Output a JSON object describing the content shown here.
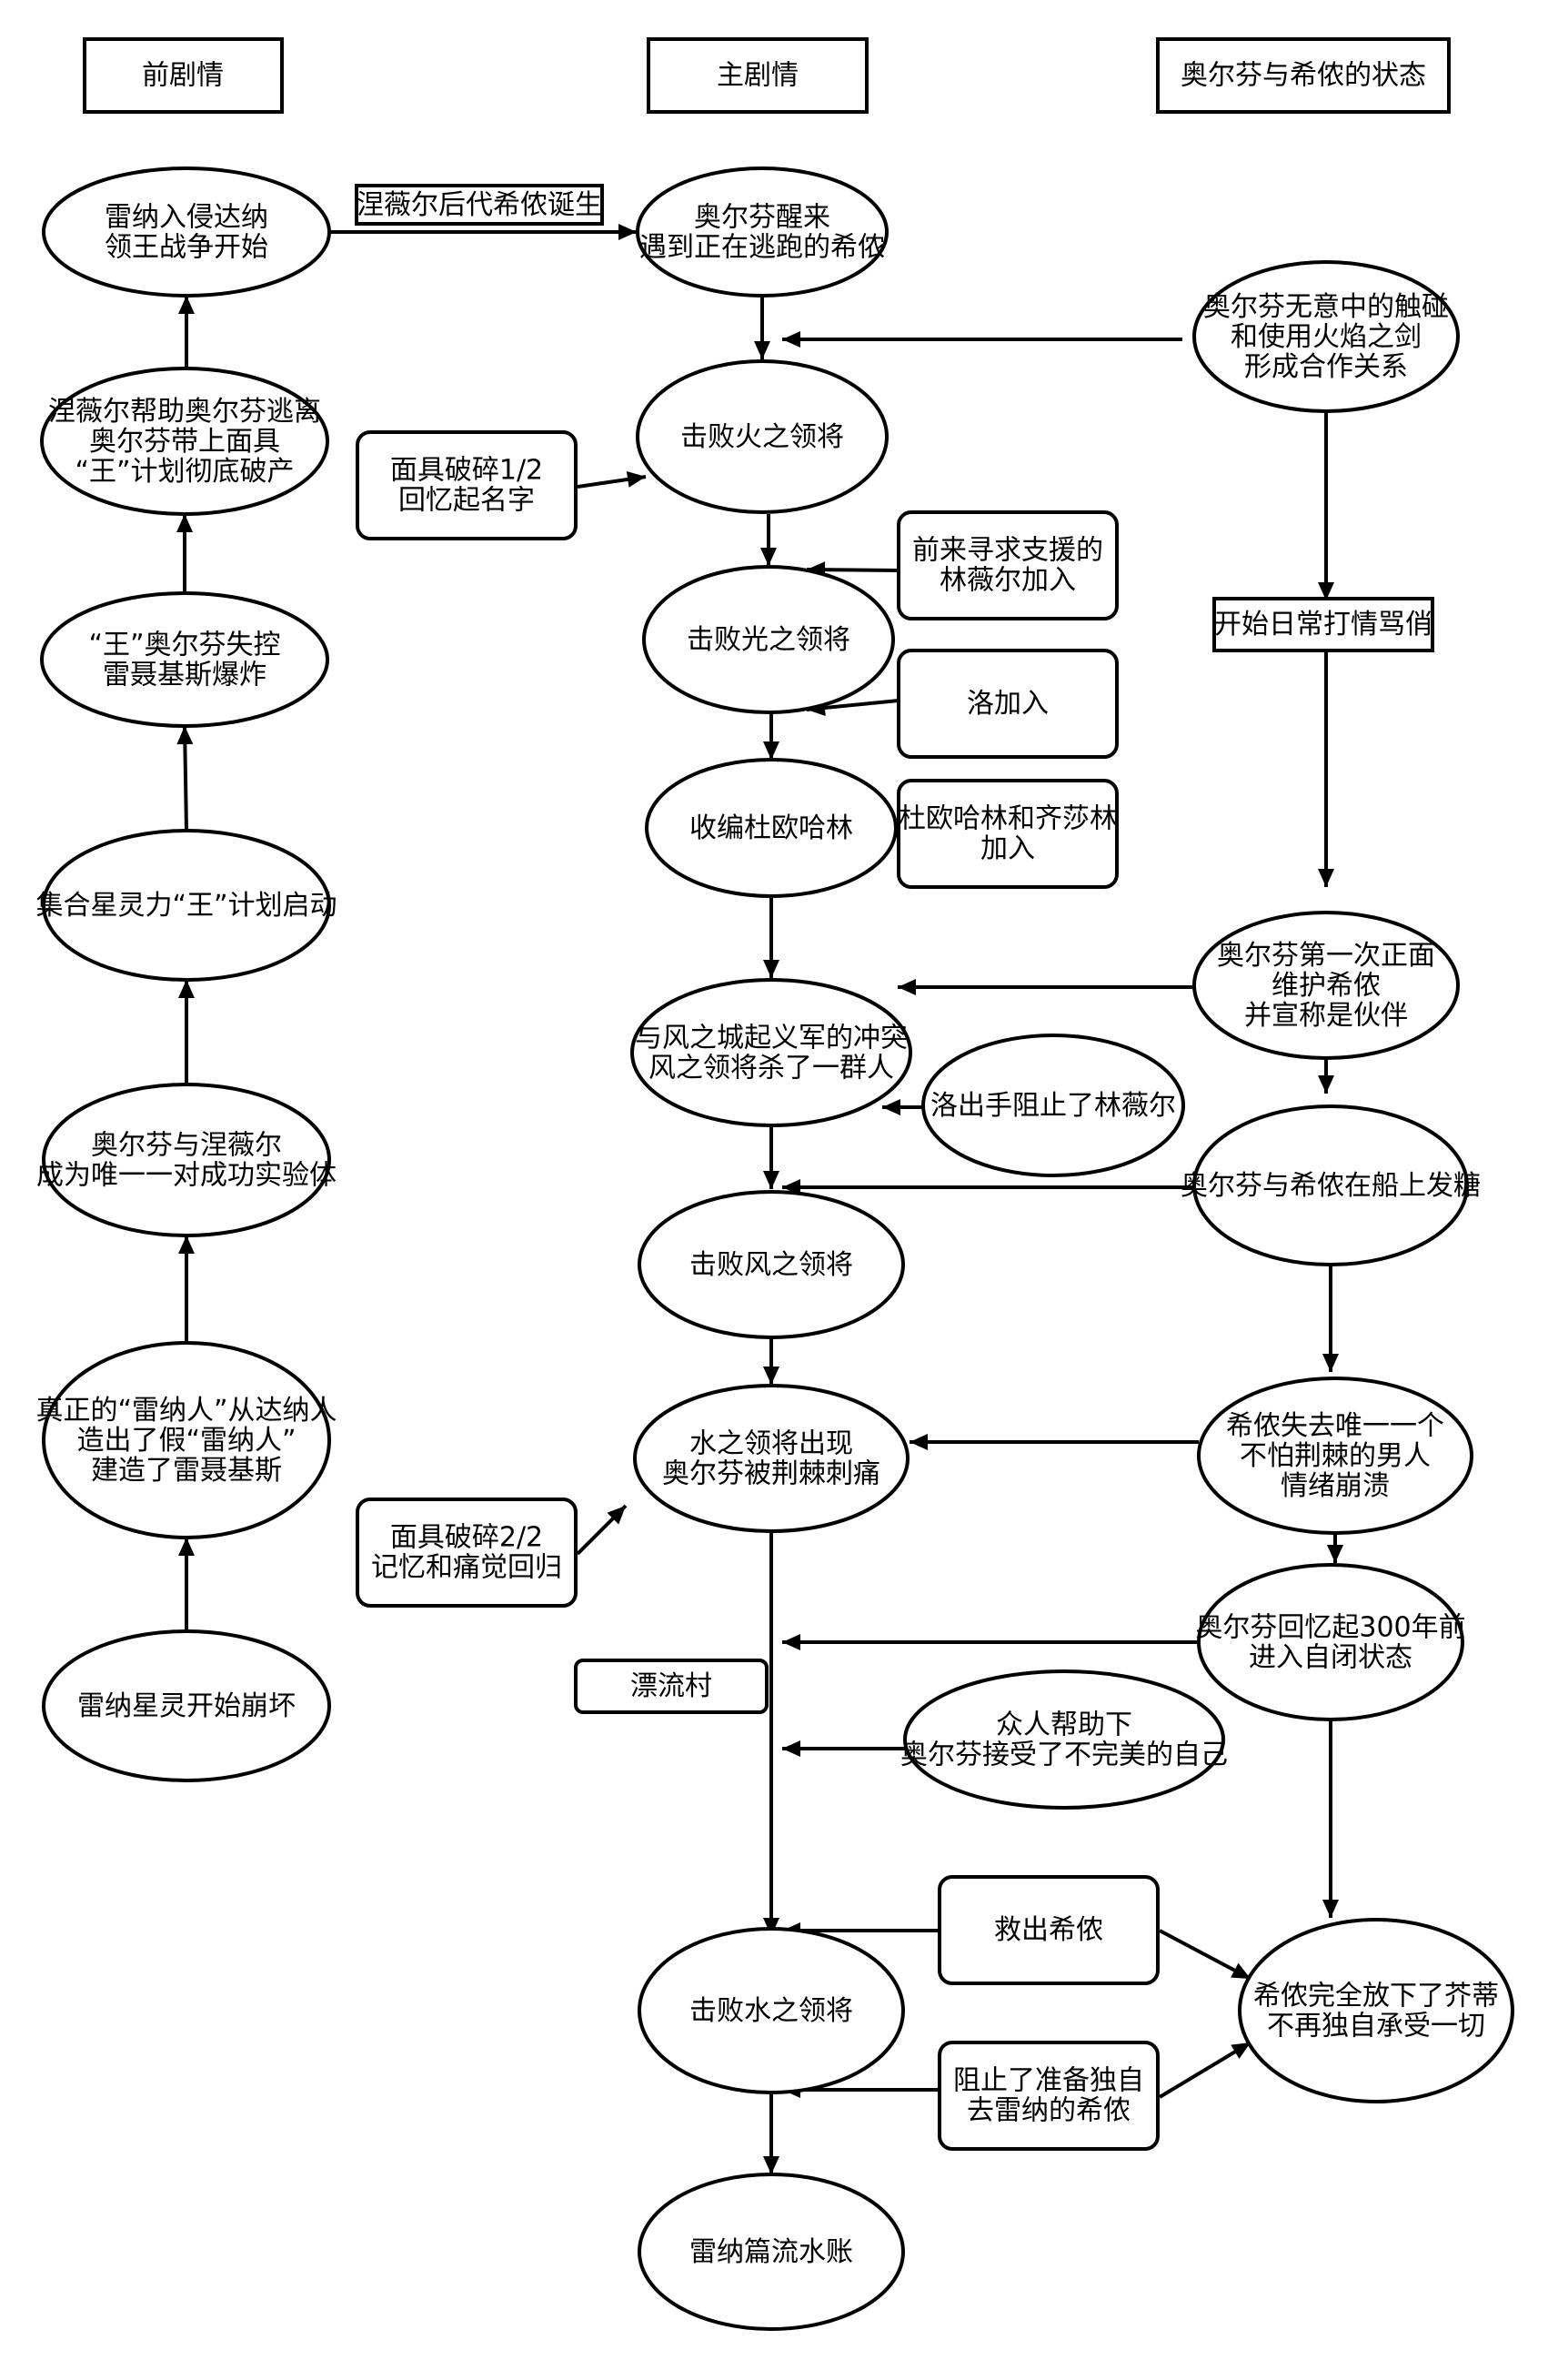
{
  "headers": {
    "prequel": "前剧情",
    "main": "主剧情",
    "status": "奥尔芬与希侬的状态"
  },
  "prequel": {
    "n1": [
      "雷纳入侵达纳",
      "领王战争开始"
    ],
    "n2": [
      "涅薇尔帮助奥尔芬逃离",
      "奥尔芬带上面具",
      "“王”计划彻底破产"
    ],
    "n3": [
      "“王”奥尔芬失控",
      "雷聂基斯爆炸"
    ],
    "n4": [
      "集合星灵力“王”计划启动"
    ],
    "n5": [
      "奥尔芬与涅薇尔",
      "成为唯一一对成功实验体"
    ],
    "n6": [
      "真正的“雷纳人”从达纳人",
      "造出了假“雷纳人”",
      "建造了雷聂基斯"
    ],
    "n7": [
      "雷纳星灵开始崩坏"
    ]
  },
  "edge_label_birth": "涅薇尔后代希侬诞生",
  "main": {
    "m1": [
      "奥尔芬醒来",
      "遇到正在逃跑的希侬"
    ],
    "m2": [
      "击败火之领将"
    ],
    "m3": [
      "击败光之领将"
    ],
    "m4": [
      "收编杜欧哈林"
    ],
    "m5": [
      "与风之城起义军的冲突",
      "风之领将杀了一群人"
    ],
    "m6": [
      "击败风之领将"
    ],
    "m7": [
      "水之领将出现",
      "奥尔芬被荆棘刺痛"
    ],
    "m8": [
      "击败水之领将"
    ],
    "m9": [
      "雷纳篇流水账"
    ]
  },
  "side": {
    "mask1": [
      "面具破碎1/2",
      "回忆起名字"
    ],
    "lin": [
      "前来寻求支援的",
      "林薇尔加入"
    ],
    "luo": [
      "洛加入"
    ],
    "duo": [
      "杜欧哈林和齐莎林",
      "加入"
    ],
    "luo_stop": [
      "洛出手阻止了林薇尔"
    ],
    "mask2": [
      "面具破碎2/2",
      "记忆和痛觉回归"
    ],
    "village": [
      "漂流村"
    ],
    "accept": [
      "众人帮助下",
      "奥尔芬接受了不完美的自己"
    ],
    "rescue": [
      "救出希侬"
    ],
    "stop": [
      "阻止了准备独自",
      "去雷纳的希侬"
    ]
  },
  "status": {
    "s1": [
      "奥尔芬无意中的触碰",
      "和使用火焰之剑",
      "形成合作关系"
    ],
    "s2": [
      "开始日常打情骂俏"
    ],
    "s3": [
      "奥尔芬第一次正面",
      "维护希侬",
      "并宣称是伙伴"
    ],
    "s4": [
      "奥尔芬与希侬在船上发糖"
    ],
    "s5": [
      "希侬失去唯一一个",
      "不怕荆棘的男人",
      "情绪崩溃"
    ],
    "s6": [
      "奥尔芬回忆起300年前",
      "进入自闭状态"
    ],
    "s7": [
      "希侬完全放下了芥蒂",
      "不再独自承受一切"
    ]
  }
}
